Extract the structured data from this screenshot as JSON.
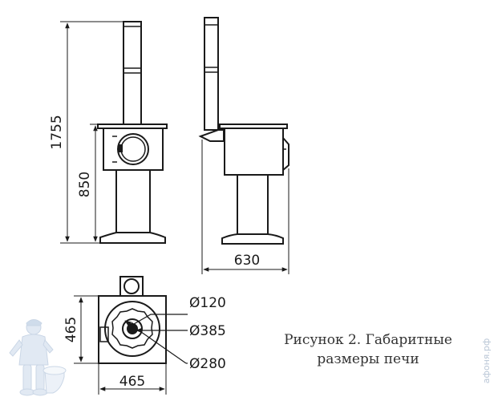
{
  "dimensions": {
    "total_height": "1755",
    "body_height": "850",
    "depth": "630",
    "top_depth": "465",
    "top_width": "465",
    "flue_diameter": "Ø120",
    "outer_diameter": "Ø385",
    "ring_diameter": "Ø280"
  },
  "caption": {
    "line1": "Рисунок 2. Габаритные",
    "line2": "размеры печи"
  },
  "watermark": {
    "text": "афоня.рф"
  },
  "colors": {
    "line": "#1a1a1a",
    "watermark": "#b9c6d6"
  }
}
